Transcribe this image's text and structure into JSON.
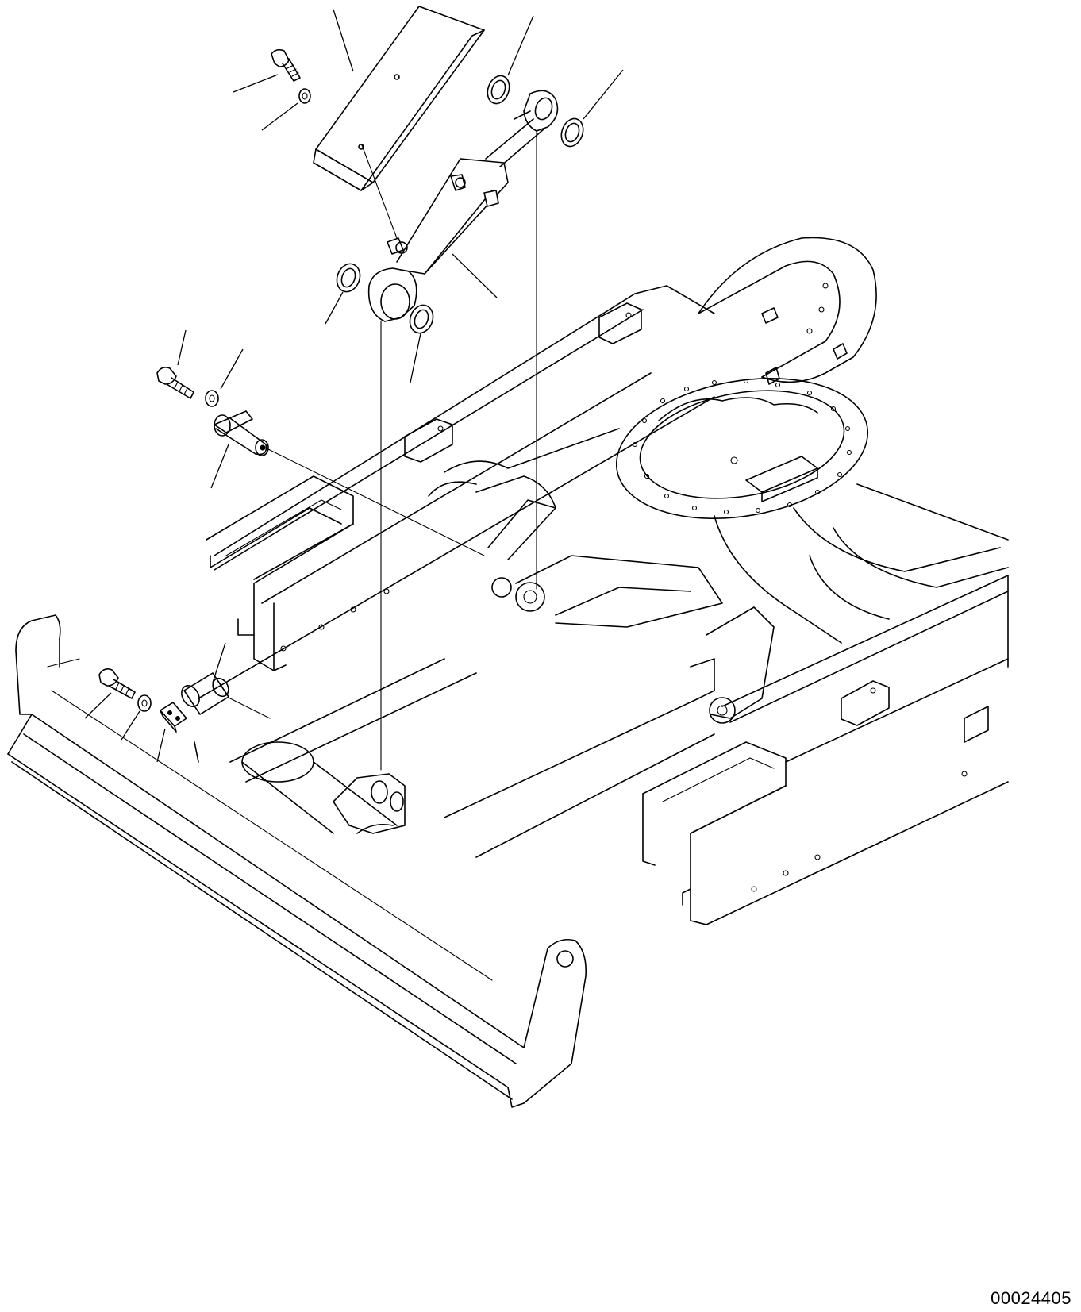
{
  "figure": {
    "number": "00024405"
  },
  "parts": [
    {
      "name": "cylinder-guard-cover"
    },
    {
      "name": "guard-bolt"
    },
    {
      "name": "guard-washer"
    },
    {
      "name": "blade-cylinder"
    },
    {
      "name": "rod-end-shim"
    },
    {
      "name": "head-end-shim"
    },
    {
      "name": "cylinder-pin"
    },
    {
      "name": "pin-bolt"
    },
    {
      "name": "pin-washer"
    },
    {
      "name": "blade-pin"
    },
    {
      "name": "lock-plate"
    },
    {
      "name": "dozer-blade"
    },
    {
      "name": "track-frame"
    }
  ]
}
